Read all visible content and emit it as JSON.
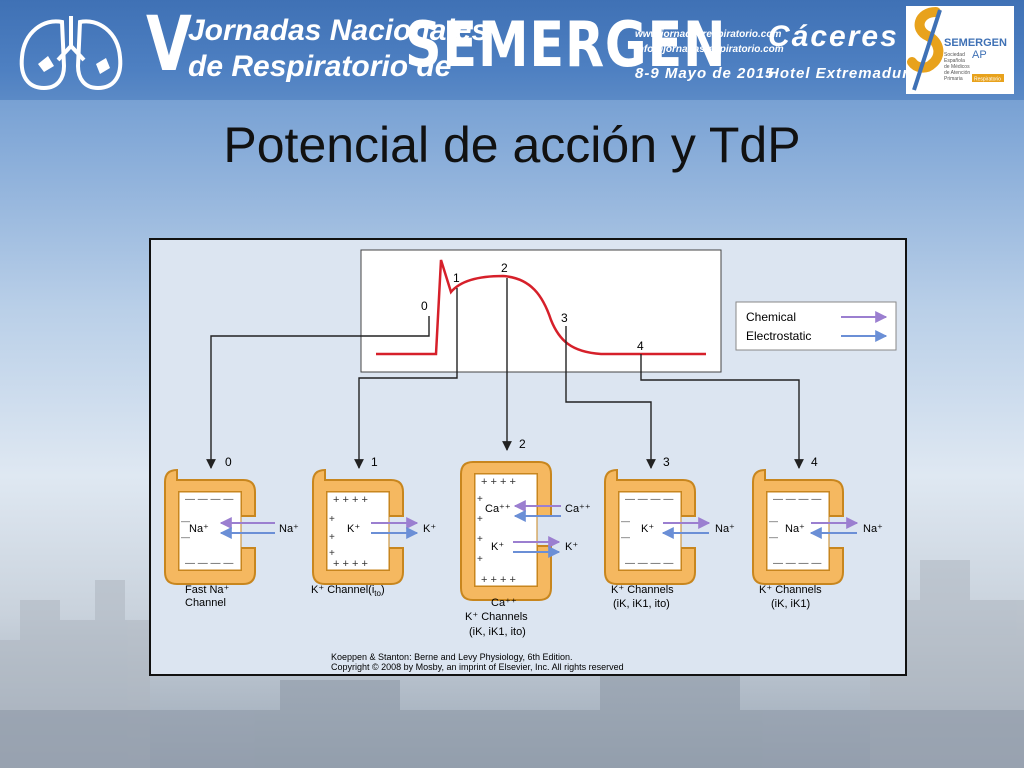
{
  "banner": {
    "roman": "V",
    "line1": "Jornadas Nacionales",
    "line2": "de Respiratorio de",
    "brand": "SEMERGEN",
    "website": "www.jornadasrespiratorio.com",
    "email": "info@jornadasrespiratorio.com",
    "date": "8-9 Mayo de 2015",
    "city": "Cáceres",
    "hotel": "Hotel Extremadura",
    "logo": {
      "name": "SEMERGEN",
      "ap": "AP",
      "tagline": [
        "Sociedad",
        "Española",
        "de Médicos",
        "de Atención",
        "Primaria"
      ],
      "tag": "Respiratorio"
    }
  },
  "title": "Potencial de acción y TdP",
  "figure": {
    "phases": [
      "0",
      "1",
      "2",
      "3",
      "4"
    ],
    "legend": {
      "chemical": "Chemical",
      "electrostatic": "Electrostatic",
      "chemical_color": "#9b7fd0",
      "electrostatic_color": "#6b8fd6"
    },
    "cells": [
      {
        "phase": "0",
        "left_ion": "Na⁺",
        "right_ion": "Na⁺",
        "caption": [
          "Fast Na⁺",
          "Channel"
        ]
      },
      {
        "phase": "1",
        "left_ion": "K⁺",
        "right_ion": "K⁺",
        "caption": [
          "K⁺ Channel(i",
          "to",
          ")"
        ]
      },
      {
        "phase": "2",
        "top_left": "Ca⁺⁺",
        "top_right": "Ca⁺⁺",
        "bottom_left": "K⁺",
        "bottom_right": "K⁺",
        "caption": [
          "Ca⁺⁺",
          "K⁺ Channels",
          "(iK, iK1, ito)"
        ]
      },
      {
        "phase": "3",
        "left_ion": "K⁺",
        "right_ion": "Na⁺",
        "caption": [
          "K⁺ Channels",
          "(iK, iK1, ito)"
        ]
      },
      {
        "phase": "4",
        "left_ion": "Na⁺",
        "right_ion": "Na⁺",
        "caption": [
          "K⁺ Channels",
          "(iK, iK1)"
        ]
      }
    ],
    "credit1": "Koeppen & Stanton: Berne and Levy Physiology, 6th Edition.",
    "credit2": "Copyright © 2008 by Mosby, an imprint of Elsevier, Inc. All rights reserved",
    "colors": {
      "curve": "#d6202a",
      "cell_fill": "#f5b860",
      "cell_edge": "#c8861e",
      "panel": "#dce5f1"
    }
  }
}
